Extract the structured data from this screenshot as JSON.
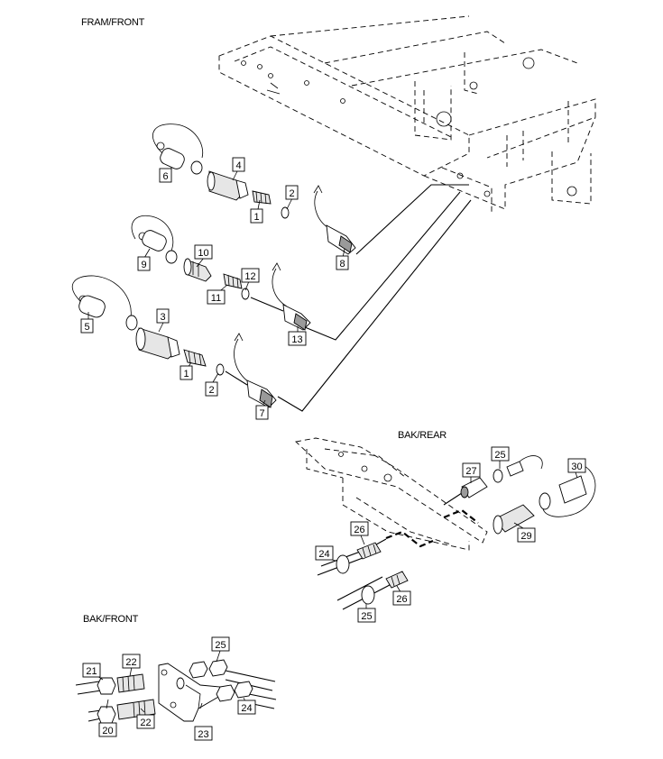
{
  "sections": {
    "fram_front": "FRAM/FRONT",
    "bak_rear": "BAK/REAR",
    "bak_front": "BAK/FRONT"
  },
  "callouts": {
    "c6": "6",
    "c4": "4",
    "c1a": "1",
    "c2a": "2",
    "c8": "8",
    "c10": "10",
    "c9": "9",
    "c11": "11",
    "c12": "12",
    "c13": "13",
    "c3": "3",
    "c5": "5",
    "c1b": "1",
    "c2b": "2",
    "c7": "7",
    "c25a": "25",
    "c27": "27",
    "c30": "30",
    "c29": "29",
    "c26a": "26",
    "c24a": "24",
    "c26b": "26",
    "c25b": "25",
    "c25c": "25",
    "c21": "21",
    "c22a": "22",
    "c20": "20",
    "c22b": "22",
    "c24b": "24",
    "c23": "23"
  }
}
